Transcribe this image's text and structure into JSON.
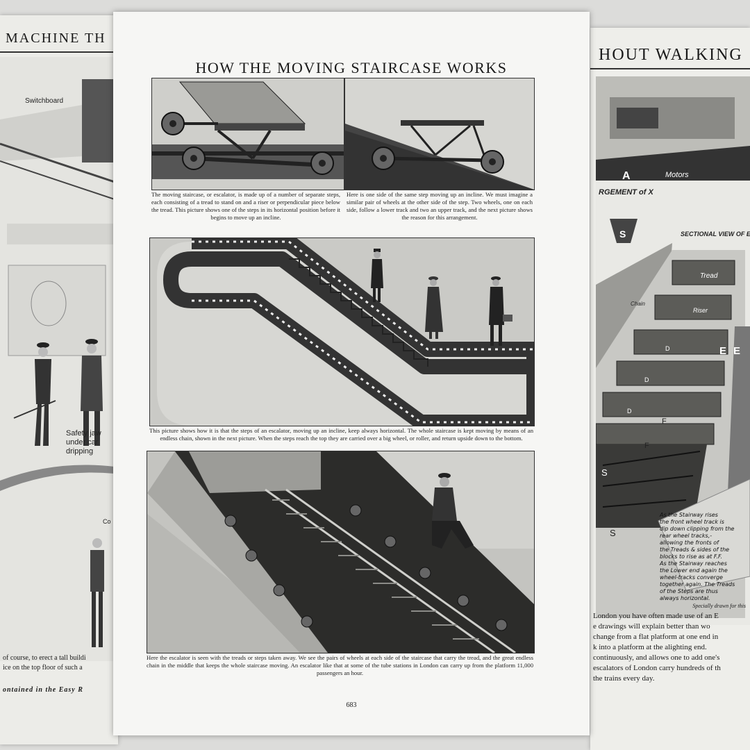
{
  "left_page": {
    "title_fragment": "MACHINE TH",
    "label_switchboard": "Switchboard",
    "label_safety": "Safety jaw",
    "label_under": "under car",
    "label_dripping": "dripping",
    "label_co": "Co",
    "text_lines": [
      "of course, to erect a tall buildi",
      "ice on the top floor of such a"
    ],
    "footer_fragment": "ontained in the Easy R"
  },
  "main_page": {
    "title": "HOW THE MOVING STAIRCASE WORKS",
    "caption_1": "The moving staircase, or escalator, is made up of a number of separate steps, each consisting of a tread to stand on and a riser or perpendicular piece below the tread. This picture shows one of the steps in its horizontal position before it begins to move up an incline.",
    "caption_2": "Here is one side of the same step moving up an incline. We must imagine a similar pair of wheels at the other side of the step. Two wheels, one on each side, follow a lower track and two an upper track, and the next picture shows the reason for this arrangement.",
    "caption_3": "This picture shows how it is that the steps of an escalator, moving up an incline, keep always horizontal. The whole staircase is kept moving by means of an endless chain, shown in the next picture. When the steps reach the top they are carried over a big wheel, or roller, and return upside down to the bottom.",
    "caption_4": "Here the escalator is seen with the treads or steps taken away. We see the pairs of wheels at each side of the staircase that carry the tread, and the great endless chain in the middle that keeps the whole staircase moving. An escalator like that at some of the tube stations in London can carry up from the platform 11,000 passengers an hour.",
    "page_number": "683"
  },
  "right_page": {
    "title_fragment": "HOUT WALKING",
    "label_motors": "Motors",
    "label_a": "A",
    "label_arrangement": "RGEMENT of X",
    "label_sectional": "SECTIONAL VIEW OF ESCALATOR Shewing Principal Parts.",
    "label_tread": "Tread",
    "label_riser": "Riser",
    "label_chain": "Chain",
    "letters": [
      "S",
      "E",
      "E",
      "D",
      "D",
      "D",
      "F",
      "F",
      "S",
      "S"
    ],
    "note_lines": [
      "As the Stairway rises",
      "the front wheel track is",
      "dip down clipping from the",
      "rear wheel tracks,-",
      "allowing the fronts of",
      "the Treads & sides of the",
      "blocks to rise as at F.F.",
      "As the Stairway reaches",
      "the Lower end again the",
      "wheel-tracks converge",
      "together again. The Treads",
      "of the Steps are thus",
      "always horizontal."
    ],
    "credit": "Specially drawn for this",
    "text_lines": [
      "London you have often made use of an E",
      "e drawings will explain better than wo",
      "change from a flat platform at one end in",
      "k into a platform at the alighting end.",
      "continuously, and allows one to add one's",
      "escalators of London carry hundreds of th",
      "the trains every day."
    ]
  }
}
